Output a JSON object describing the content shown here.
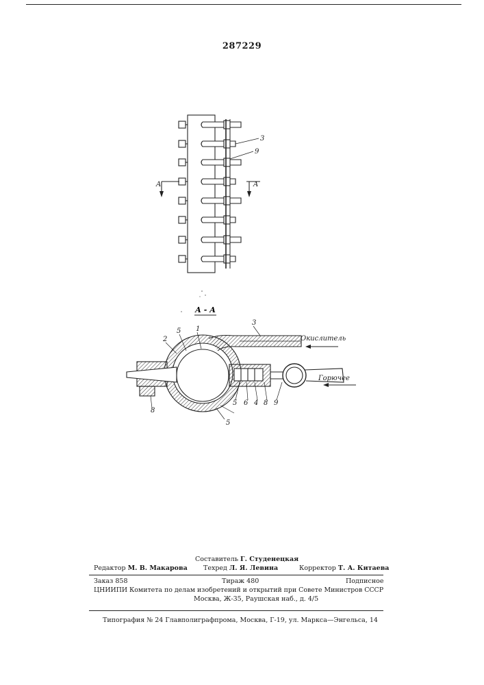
{
  "document": {
    "patent_number": "287229",
    "figure1": {
      "part_labels": [
        "3",
        "9"
      ],
      "section_marks": [
        "A",
        "A"
      ]
    },
    "figure2": {
      "section_title": "А - А",
      "oxidizer_label": "Окислитель",
      "fuel_label": "Горючее",
      "part_labels_top": [
        "5",
        "1",
        "3",
        "2"
      ],
      "part_labels_bottom": [
        "8",
        "5",
        "6",
        "4",
        "8",
        "9",
        "5"
      ]
    },
    "imprint": {
      "compiler_role": "Составитель",
      "compiler_name": "Г. Студенецкая",
      "editor_role": "Редактор",
      "editor_name": "М. В. Макарова",
      "techred_role": "Техред",
      "techred_name": "Л. Я. Левина",
      "corrector_role": "Корректор",
      "corrector_name": "Т. А. Китаева",
      "order": "Заказ 858",
      "print_run": "Тираж 480",
      "subscription": "Подписное",
      "institute_line": "ЦНИИПИ Комитета по делам изобретений и открытий при Совете Министров СССР",
      "address_line": "Москва, Ж-35, Раушская наб., д. 4/5",
      "printing_house": "Типография № 24 Главполиграфпрома, Москва, Г-19, ул. Маркса—Энгельса, 14"
    }
  }
}
